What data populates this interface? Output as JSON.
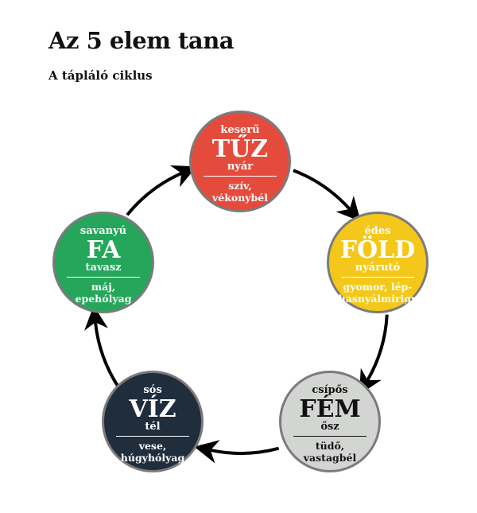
{
  "title": "Az 5 elem tana",
  "subtitle": "A tápláló ciklus",
  "elements": [
    {
      "taste": "keserű",
      "name": "TŰZ",
      "season": "nyár",
      "organ1": "szív,",
      "organ2": "vékonybél",
      "color": "#e54b3c",
      "text": "#ffffff"
    },
    {
      "taste": "édes",
      "name": "FÖLD",
      "season": "nyárutó",
      "organ1": "gyomor, lép-",
      "organ2": "hasnyálmirigy",
      "color": "#f4c81a",
      "text": "#ffffff"
    },
    {
      "taste": "csípős",
      "name": "FÉM",
      "season": "ősz",
      "organ1": "tüdő,",
      "organ2": "vastagbél",
      "color": "#d3d5d2",
      "text": "#111111"
    },
    {
      "taste": "sós",
      "name": "VÍZ",
      "season": "tél",
      "organ1": "vese,",
      "organ2": "húgyhólyag",
      "color": "#1f2d3d",
      "text": "#ffffff"
    },
    {
      "taste": "savanyú",
      "name": "FA",
      "season": "tavasz",
      "organ1": "máj,",
      "organ2": "epehólyag",
      "color": "#25a65a",
      "text": "#ffffff"
    }
  ]
}
